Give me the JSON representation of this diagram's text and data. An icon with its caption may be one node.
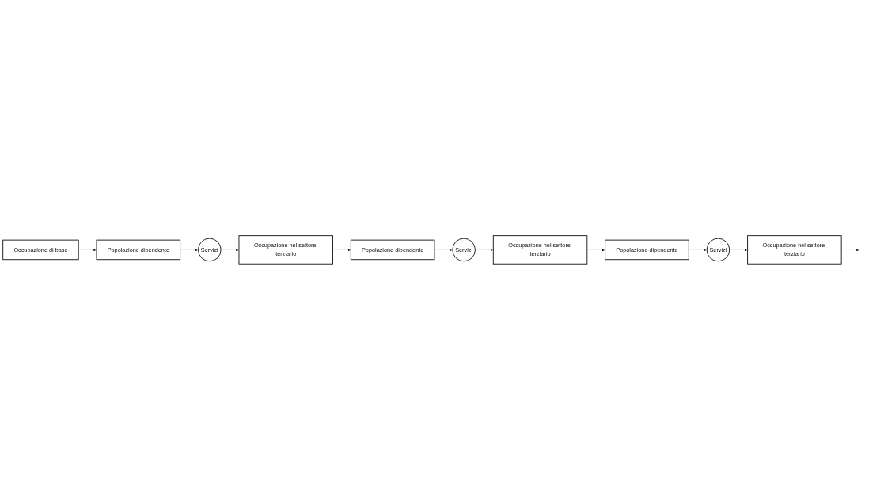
{
  "diagram": {
    "nodes": [
      {
        "text": [
          "Occupazione di base"
        ]
      },
      {
        "text": [
          "Popolazione dipendente"
        ]
      },
      {
        "text": [
          "Occupazione nel settore terziario"
        ]
      },
      {
        "text": [
          "Popolazione dipendente"
        ]
      },
      {
        "text": [
          "Occupazione nel settore terziario"
        ]
      },
      {
        "text": [
          "Popolazione dipendente"
        ]
      },
      {
        "text": [
          "Occupazione nel settore terziario"
        ]
      },
      {
        "text": [
          "Servizi"
        ]
      },
      {
        "text": [
          "Servizi"
        ]
      },
      {
        "text": [
          "Servizi"
        ]
      }
    ],
    "edges": [
      {
        "from": 0,
        "to": 1,
        "arrow": "to"
      },
      {
        "from": 2,
        "to": 3,
        "arrow": "to"
      },
      {
        "from": 4,
        "to": 5,
        "arrow": "to"
      },
      {
        "from": 6,
        "to": null,
        "arrow": "to",
        "style": "dashed"
      },
      {
        "from": 5,
        "to": 7,
        "arrow": "to"
      },
      {
        "from": 7,
        "to": 6,
        "arrow": "to"
      },
      {
        "from": 3,
        "to": 8,
        "arrow": "to"
      },
      {
        "from": 8,
        "to": 4,
        "arrow": "to"
      },
      {
        "from": 1,
        "to": 9,
        "arrow": "to"
      },
      {
        "from": 9,
        "to": 2,
        "arrow": "to"
      }
    ]
  }
}
